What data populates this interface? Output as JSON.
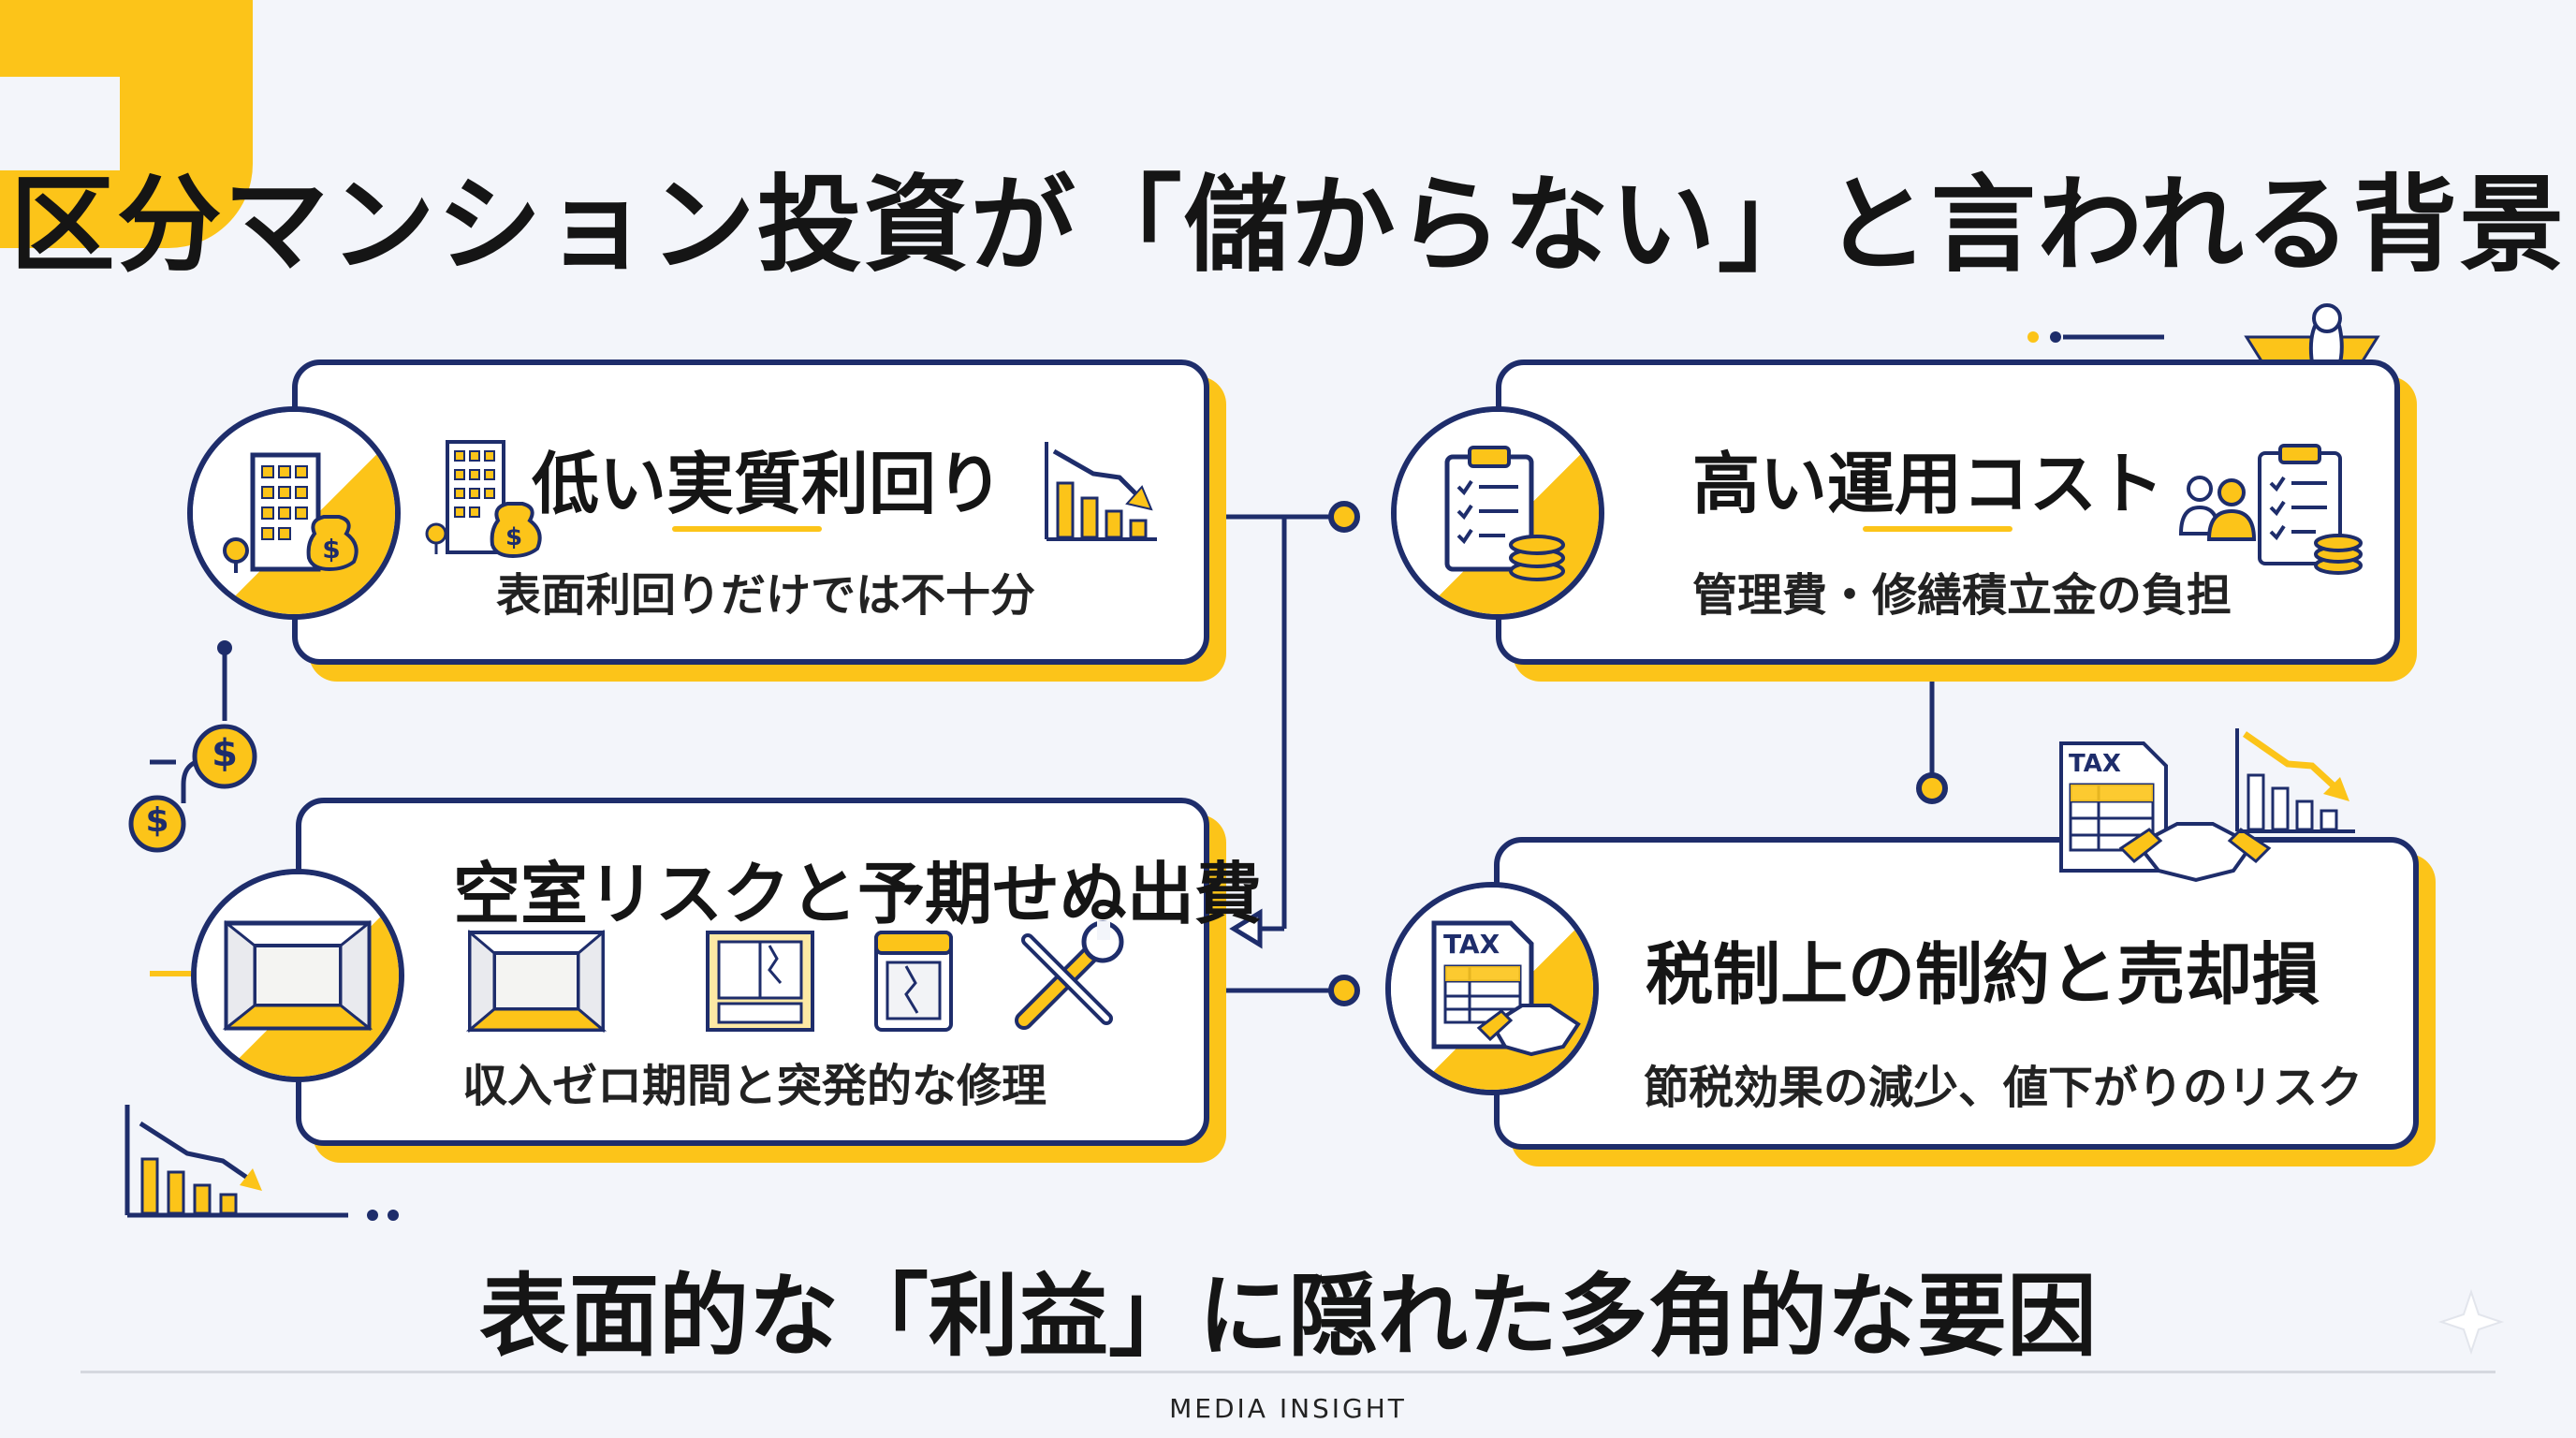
{
  "title": "区分マンション投資が「儲からない」と言われる背景",
  "subtitle": "表面的な「利益」に隠れた多角的な要因",
  "brand": "MEDIA INSIGHT",
  "colors": {
    "accent": "#fcc419",
    "navy": "#1e2d6b",
    "background": "#f3f5fa"
  },
  "cards": [
    {
      "id": "yield",
      "title": "低い実質利回り",
      "subtitle": "表面利回りだけでは不十分",
      "icons": [
        "building-icon",
        "money-bag-icon",
        "declining-chart-icon"
      ]
    },
    {
      "id": "cost",
      "title": "高い運用コスト",
      "subtitle": "管理費・修繕積立金の負担",
      "icons": [
        "clipboard-icon",
        "coins-icon",
        "people-icon"
      ]
    },
    {
      "id": "vacancy",
      "title": "空室リスクと予期せぬ出費",
      "subtitle": "収入ゼロ期間と突発的な修理",
      "icons": [
        "empty-room-icon",
        "broken-window-icon",
        "broken-appliance-icon",
        "tools-icon"
      ]
    },
    {
      "id": "tax",
      "title": "税制上の制約と売却損",
      "subtitle": "節税効果の減少、値下がりのリスク",
      "icons": [
        "tax-document-icon",
        "handshake-icon",
        "declining-chart-icon"
      ]
    }
  ],
  "labels": {
    "dollar": "$",
    "tax": "TAX"
  }
}
